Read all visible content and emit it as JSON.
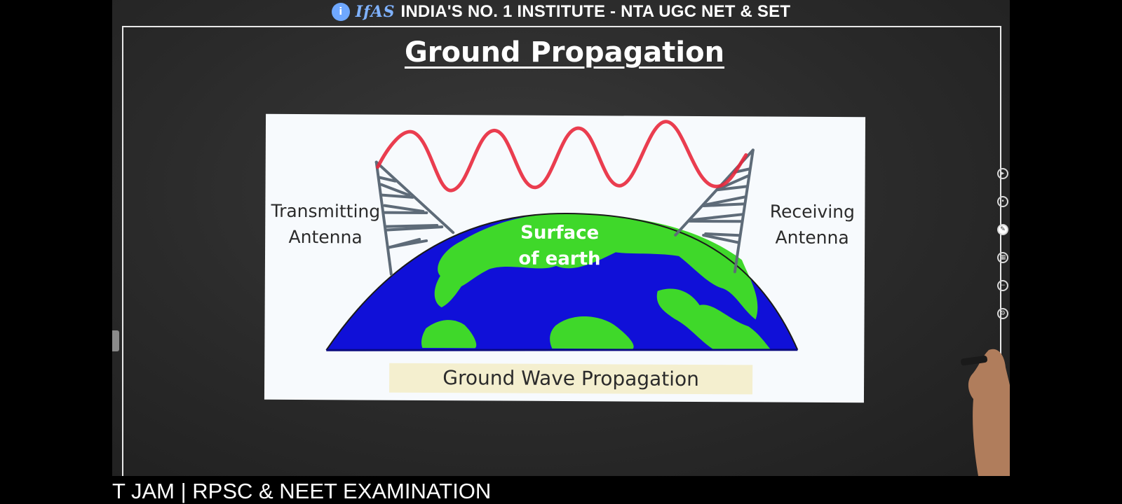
{
  "header": {
    "logo_mark": "🅸",
    "brand": "IfAS",
    "tagline": "INDIA'S NO. 1 INSTITUTE - NTA UGC NET & SET"
  },
  "slide": {
    "title": "Ground Propagation"
  },
  "diagram": {
    "transmitting_label_line1": "Transmitting",
    "transmitting_label_line2": "Antenna",
    "receiving_label_line1": "Receiving",
    "receiving_label_line2": "Antenna",
    "surface_line1": "Surface",
    "surface_line2": "of earth",
    "caption": "Ground Wave Propagation",
    "colors": {
      "ocean": "#1010d8",
      "land": "#3fd82a",
      "wave": "#e8283c",
      "tower": "#5e6b78",
      "caption_band": "#f4efcf"
    }
  },
  "toolbar": {
    "icons": [
      "play-icon",
      "record-icon",
      "pen-icon",
      "grid-icon",
      "minus-icon",
      "settings-icon"
    ]
  },
  "footer": {
    "subtitle": "T JAM | RPSC & NEET EXAMINATION"
  }
}
